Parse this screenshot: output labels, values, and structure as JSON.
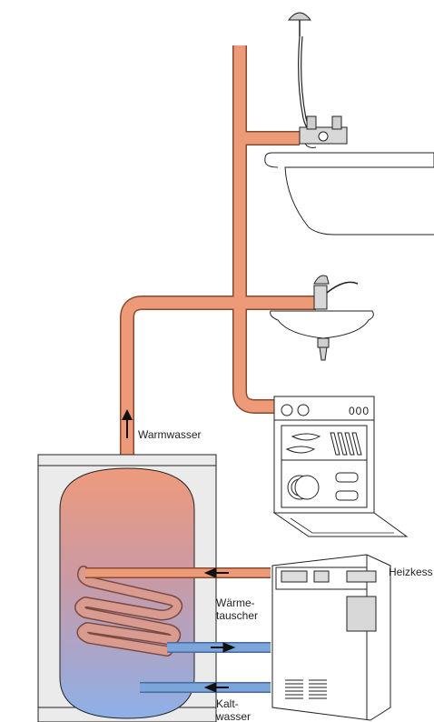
{
  "labels": {
    "warm_water": "Warmwasser",
    "heat_exchanger_line1": "Wärme-",
    "heat_exchanger_line2": "tauscher",
    "boiler": "Heizkess",
    "cold_water_line1": "Kalt-",
    "cold_water_line2": "wasser"
  },
  "dishwasher_display": "000",
  "colors": {
    "hot_pipe": "#ec9a78",
    "pipe_outline": "#8a4a30",
    "cold_pipe": "#7aa6dc",
    "tank_top": "#ee9a7c",
    "tank_bottom": "#8db0e8",
    "cabinet": "#ebebeb",
    "outline": "#222222"
  },
  "icons": [
    "shower-head-icon",
    "faucet-icon",
    "flow-arrow-icon"
  ]
}
